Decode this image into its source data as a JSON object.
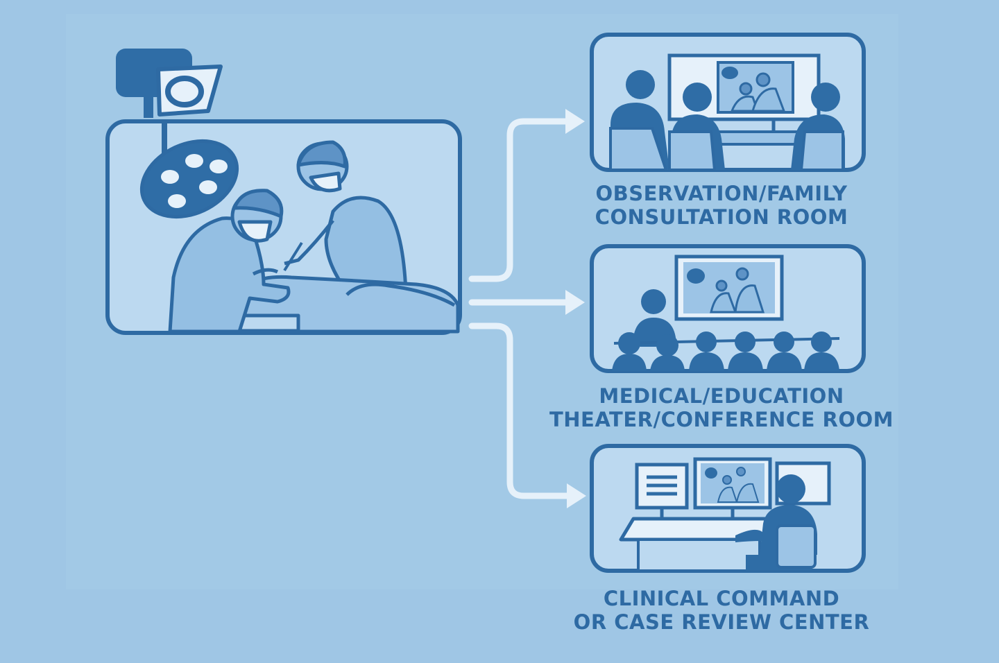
{
  "colors": {
    "background": "#9fc6e5",
    "panel_fill": "#bcd9f0",
    "outline": "#2e6aa3",
    "figure_fill": "#2f6da6",
    "arrow": "#e6f1fa",
    "label_text": "#2e6aa3"
  },
  "source": {
    "name": "operating-room",
    "icons": [
      "camera-icon",
      "surgical-light-icon",
      "surgeon-icon",
      "assistant-surgeon-icon",
      "patient-icon"
    ]
  },
  "destinations": [
    {
      "name": "observation-family-consultation-room",
      "lines": [
        "OBSERVATION/FAMILY",
        "CONSULTATION ROOM"
      ],
      "icons": [
        "wall-display-icon",
        "seated-person-icon"
      ]
    },
    {
      "name": "medical-education-theater",
      "lines": [
        "MEDICAL/EDUCATION",
        "THEATER/CONFERENCE ROOM"
      ],
      "icons": [
        "wall-display-icon",
        "presenter-icon",
        "audience-icon"
      ]
    },
    {
      "name": "clinical-command-center",
      "lines": [
        "CLINICAL COMMAND",
        "OR CASE REVIEW CENTER"
      ],
      "icons": [
        "monitor-icon",
        "desk-icon",
        "operator-icon"
      ]
    }
  ]
}
